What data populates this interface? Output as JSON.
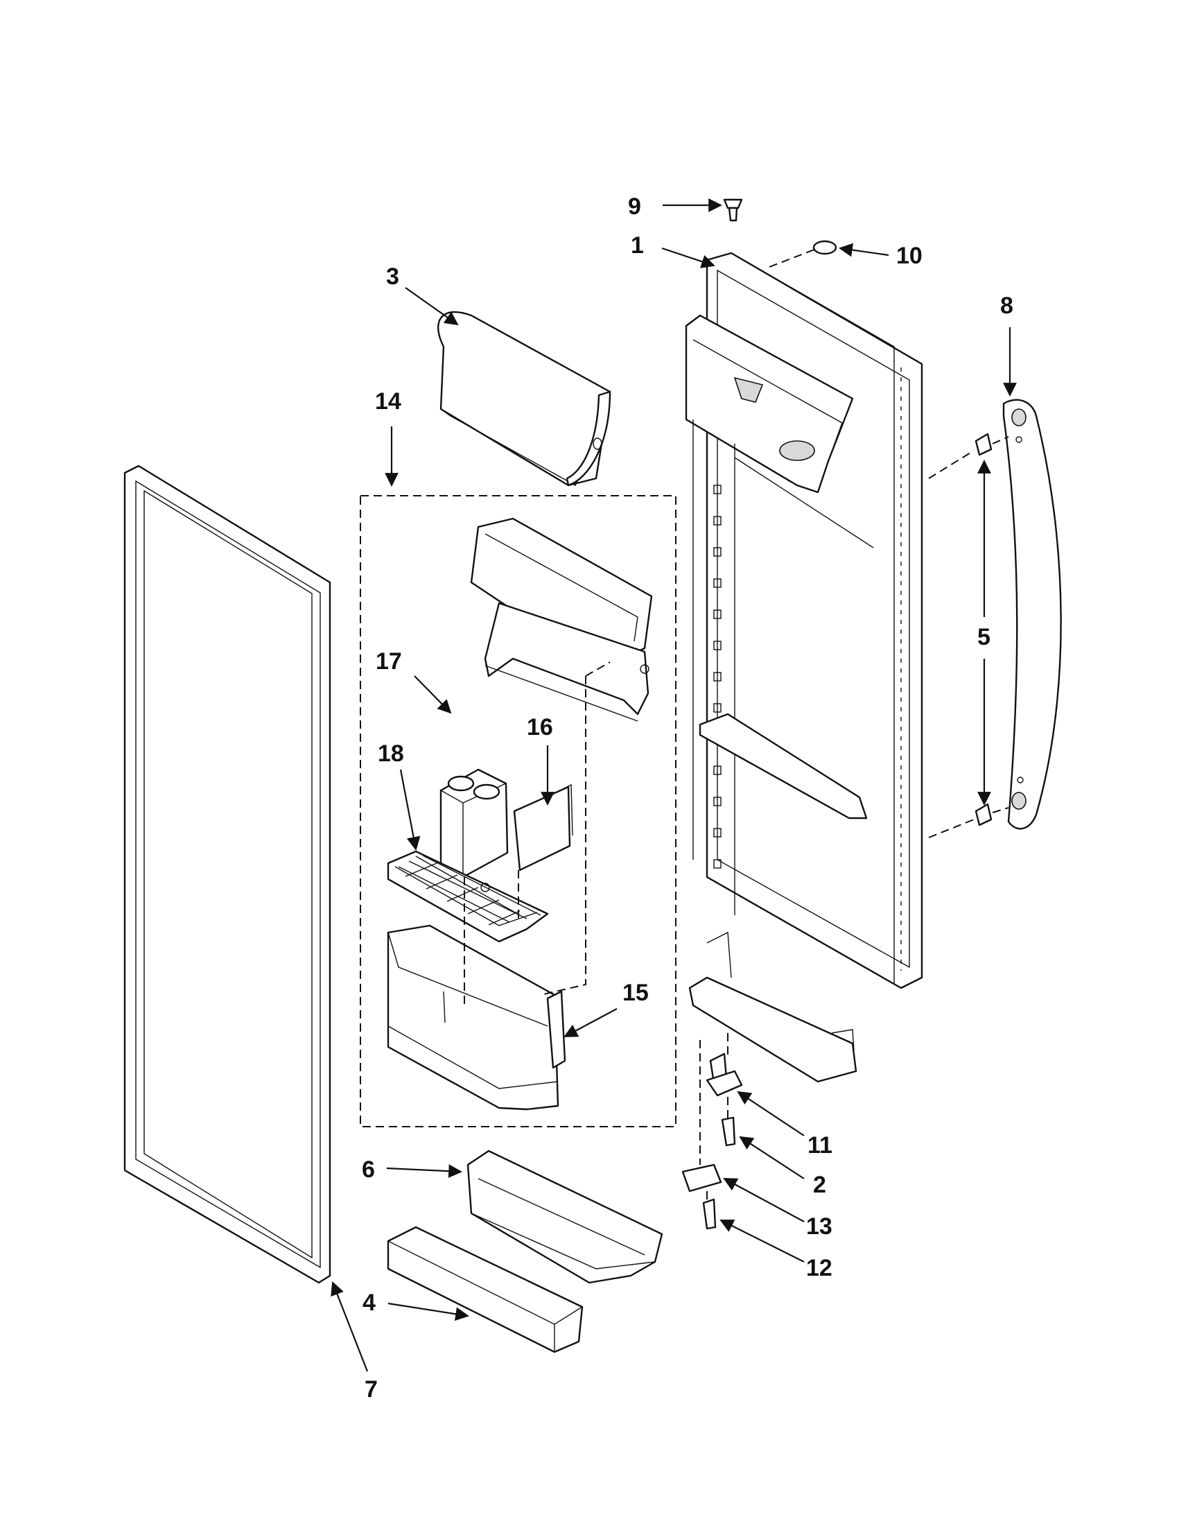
{
  "callouts": [
    {
      "id": "c9",
      "text": "9"
    },
    {
      "id": "c1",
      "text": "1"
    },
    {
      "id": "c10",
      "text": "10"
    },
    {
      "id": "c3",
      "text": "3"
    },
    {
      "id": "c8",
      "text": "8"
    },
    {
      "id": "c14",
      "text": "14"
    },
    {
      "id": "c5",
      "text": "5"
    },
    {
      "id": "c17",
      "text": "17"
    },
    {
      "id": "c16",
      "text": "16"
    },
    {
      "id": "c18",
      "text": "18"
    },
    {
      "id": "c15",
      "text": "15"
    },
    {
      "id": "c11",
      "text": "11"
    },
    {
      "id": "c6",
      "text": "6"
    },
    {
      "id": "c2",
      "text": "2"
    },
    {
      "id": "c13",
      "text": "13"
    },
    {
      "id": "c12",
      "text": "12"
    },
    {
      "id": "c4",
      "text": "4"
    },
    {
      "id": "c7",
      "text": "7"
    }
  ]
}
